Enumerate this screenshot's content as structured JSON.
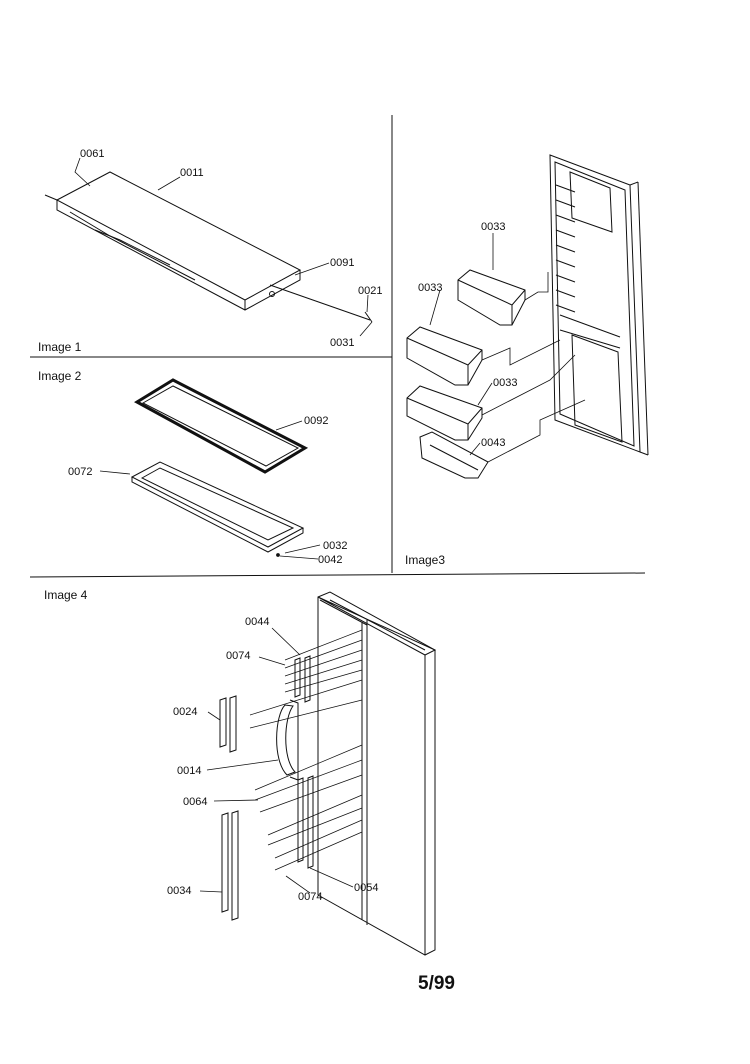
{
  "sections": {
    "image1": "Image 1",
    "image2": "Image 2",
    "image3": "Image3",
    "image4": "Image 4"
  },
  "parts": {
    "p0061": "0061",
    "p0011": "0011",
    "p0091": "0091",
    "p0021": "0021",
    "p0031": "0031",
    "p0092": "0092",
    "p0072": "0072",
    "p0032": "0032",
    "p0042": "0042",
    "p0033a": "0033",
    "p0033b": "0033",
    "p0033c": "0033",
    "p0043": "0043",
    "p0044": "0044",
    "p0074a": "0074",
    "p0024": "0024",
    "p0014": "0014",
    "p0064": "0064",
    "p0034": "0034",
    "p0074b": "0074",
    "p0054": "0054"
  },
  "page_number": "5/99"
}
